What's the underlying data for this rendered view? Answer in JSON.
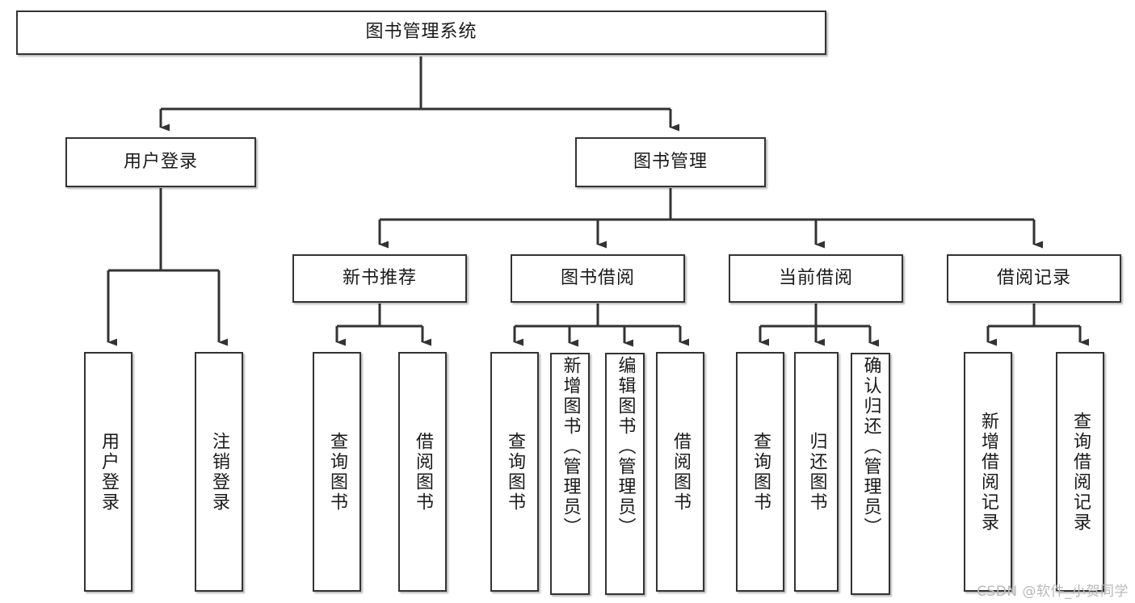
{
  "diagram": {
    "type": "tree",
    "title": "图书管理系统",
    "root": {
      "label": "图书管理系统"
    },
    "level1": [
      {
        "label": "用户登录"
      },
      {
        "label": "图书管理"
      }
    ],
    "level2": [
      {
        "label": "新书推荐",
        "parent": "图书管理"
      },
      {
        "label": "图书借阅",
        "parent": "图书管理"
      },
      {
        "label": "当前借阅",
        "parent": "图书管理"
      },
      {
        "label": "借阅记录",
        "parent": "图书管理"
      }
    ],
    "leaves": {
      "user_login": [
        {
          "label": "用户登录"
        },
        {
          "label": "注销登录"
        }
      ],
      "new_book_recommend": [
        {
          "label": "查询图书"
        },
        {
          "label": "借阅图书"
        }
      ],
      "book_borrow": [
        {
          "label": "查询图书"
        },
        {
          "label": "新增图书（管理员）"
        },
        {
          "label": "编辑图书（管理员）"
        },
        {
          "label": "借阅图书"
        }
      ],
      "current_borrow": [
        {
          "label": "查询图书"
        },
        {
          "label": "归还图书"
        },
        {
          "label": "确认归还（管理员）"
        }
      ],
      "borrow_record": [
        {
          "label": "新增借阅记录"
        },
        {
          "label": "查询借阅记录"
        }
      ]
    }
  },
  "watermark": {
    "text": "CSDN @软件_小贺同学"
  },
  "colors": {
    "box_border": "#333333",
    "box_fill": "#ffffff",
    "line": "#333333",
    "text": "#1a1a1a",
    "watermark": "#b9b9b9"
  }
}
